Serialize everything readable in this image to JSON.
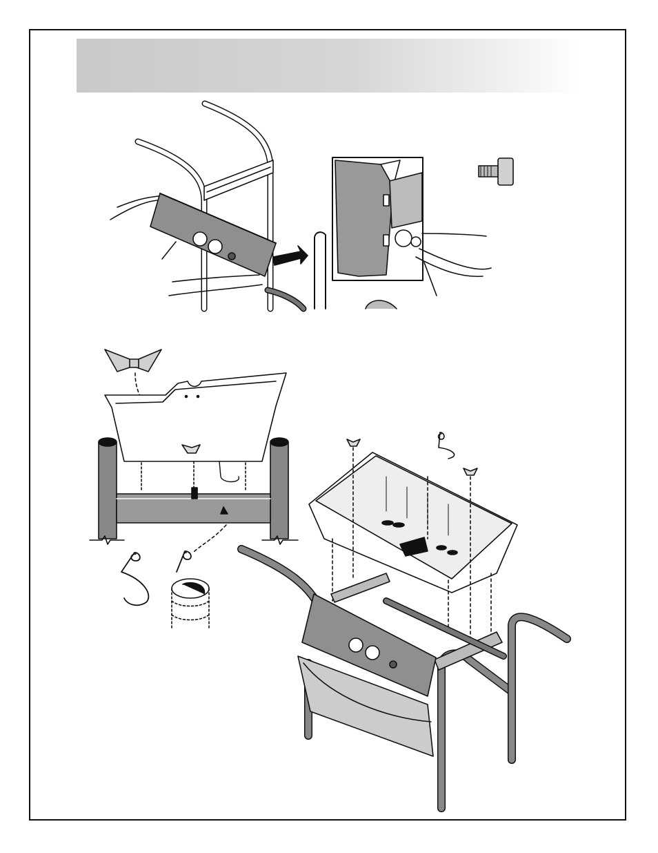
{
  "document": {
    "type": "assembly-instructions",
    "header_text": "",
    "figures": [
      {
        "id": "fig-1",
        "depicts": "control-panel-attach"
      },
      {
        "id": "fig-1-detail",
        "depicts": "shoulder-bolt-detail"
      },
      {
        "id": "fig-2",
        "depicts": "firebox-front-view"
      },
      {
        "id": "fig-3",
        "depicts": "firebox-cart-isometric"
      }
    ],
    "part_icons": [
      "shoulder-bolt-icon",
      "wing-nut-icon",
      "hair-pin-clip-icon",
      "clip-on-tube-icon"
    ]
  }
}
